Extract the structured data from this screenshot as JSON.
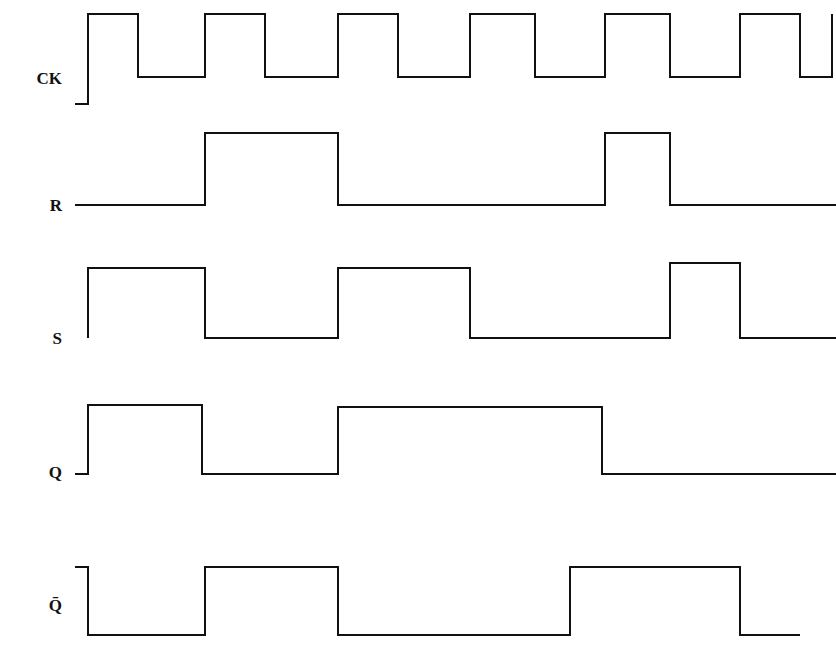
{
  "diagram": {
    "labels": [
      "CK",
      "R",
      "S",
      "Q",
      "Q̄"
    ]
  }
}
